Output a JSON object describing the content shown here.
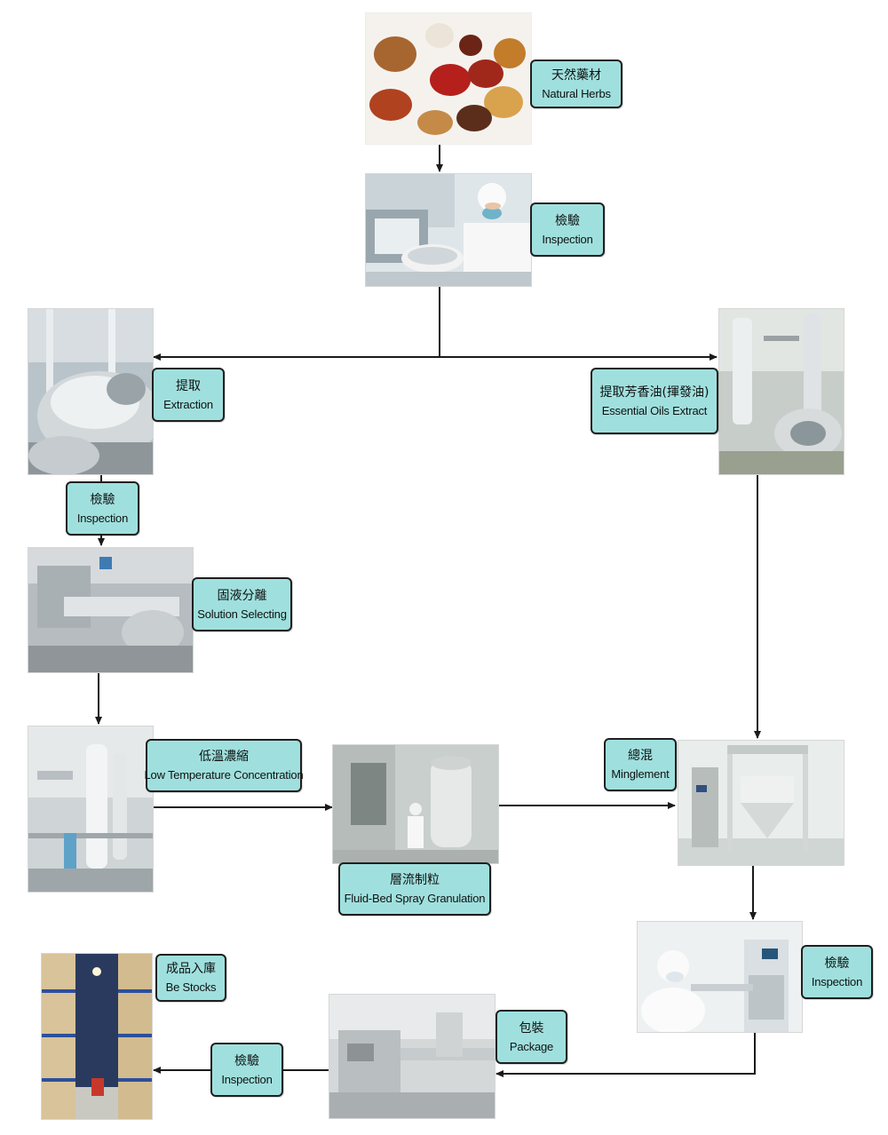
{
  "steps": [
    {
      "id": "natural-herbs",
      "zh": "天然藥材",
      "en": "Natural Herbs",
      "photo": "herbs-photo"
    },
    {
      "id": "inspection-1",
      "zh": "檢驗",
      "en": "Inspection",
      "photo": "lab-photo"
    },
    {
      "id": "extraction",
      "zh": "提取",
      "en": "Extraction",
      "photo": "extraction-tank-photo"
    },
    {
      "id": "essential-oils",
      "zh": "提取芳香油(揮發油)",
      "en": "Essential Oils Extract",
      "photo": "oil-extraction-photo"
    },
    {
      "id": "inspection-2",
      "zh": "檢驗",
      "en": "Inspection"
    },
    {
      "id": "solution-selecting",
      "zh": "固液分離",
      "en": "Solution Selecting",
      "photo": "separator-photo"
    },
    {
      "id": "low-temp-concentration",
      "zh": "低溫濃縮",
      "en": "Low Temperature Concentration",
      "photo": "concentrator-photo"
    },
    {
      "id": "granulation",
      "zh": "層流制粒",
      "en": "Fluid-Bed Spray Granulation",
      "photo": "granulator-photo"
    },
    {
      "id": "minglement",
      "zh": "總混",
      "en": "Minglement",
      "photo": "mixer-photo"
    },
    {
      "id": "inspection-3",
      "zh": "檢驗",
      "en": "Inspection",
      "photo": "lab-instrument-photo"
    },
    {
      "id": "package",
      "zh": "包裝",
      "en": "Package",
      "photo": "packaging-line-photo"
    },
    {
      "id": "inspection-4",
      "zh": "檢驗",
      "en": "Inspection"
    },
    {
      "id": "be-stocks",
      "zh": "成品入庫",
      "en": "Be Stocks",
      "photo": "warehouse-photo"
    }
  ],
  "colors": {
    "label_fill": "#9fe0de",
    "label_border": "#1f1f1f",
    "arrow": "#1a1a1a"
  }
}
